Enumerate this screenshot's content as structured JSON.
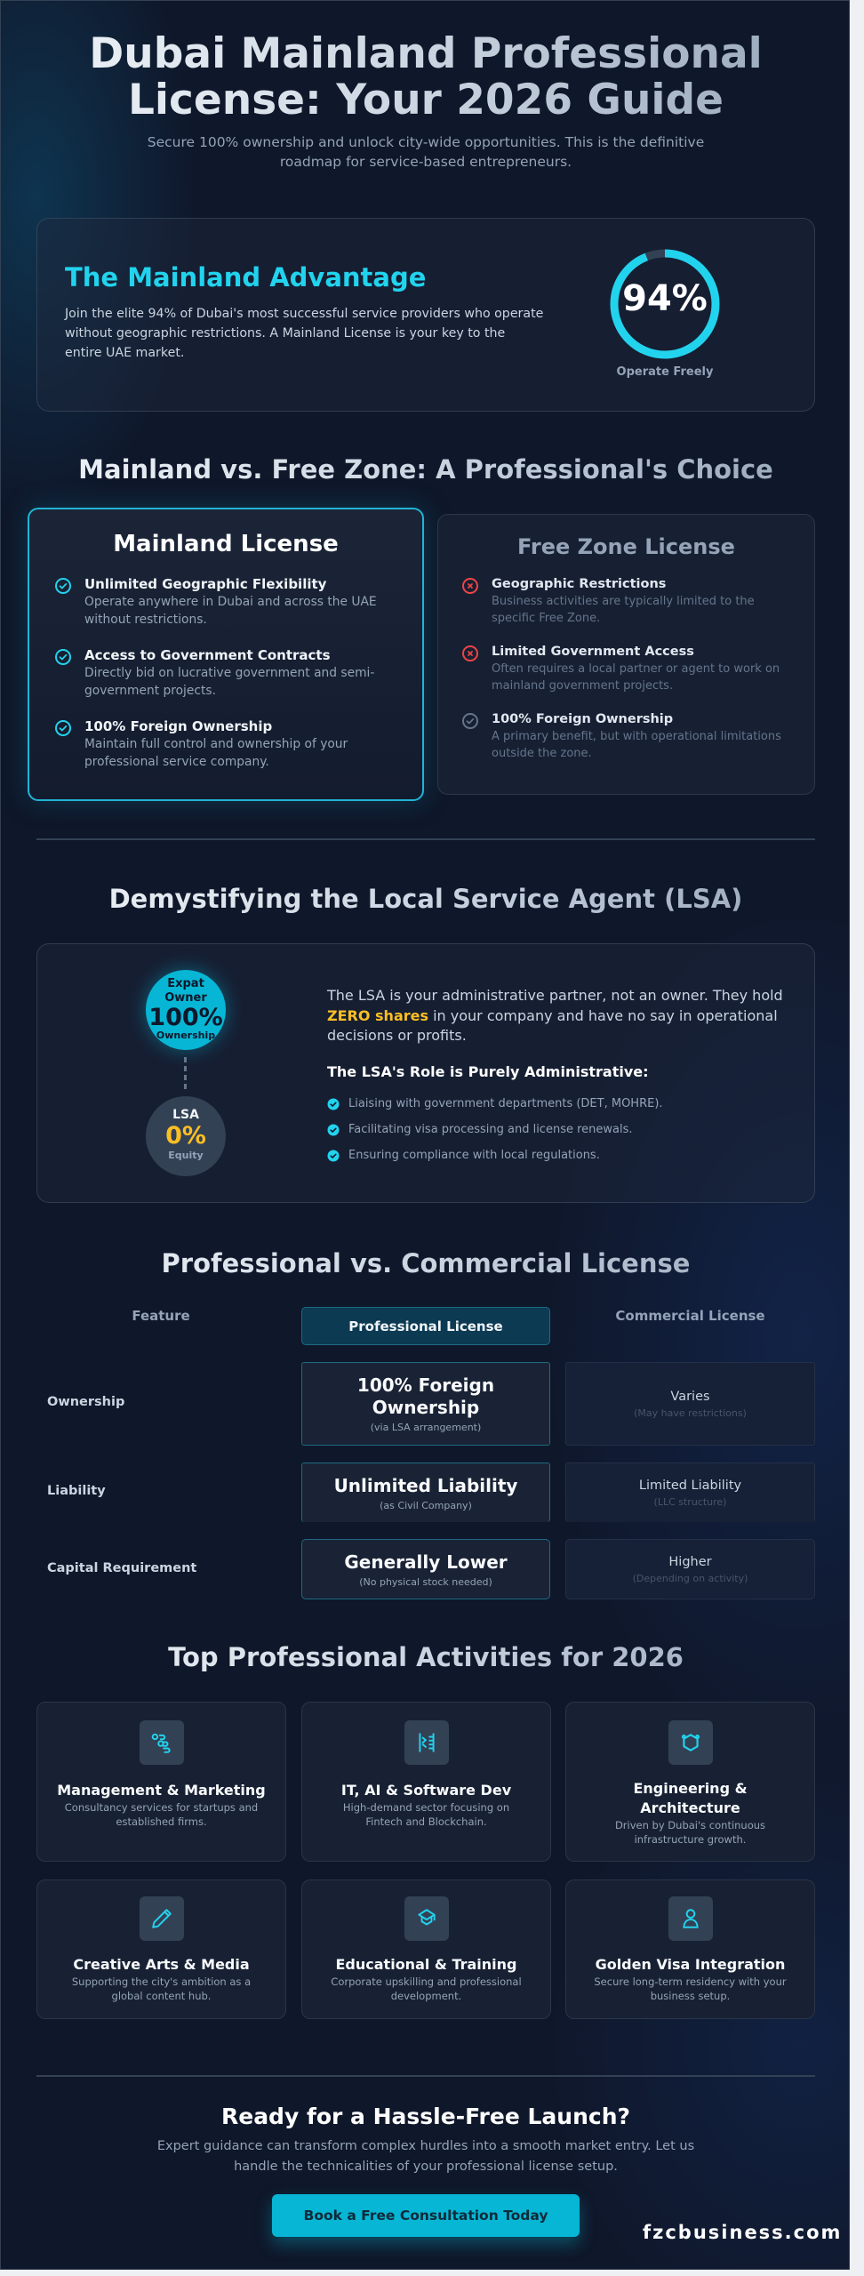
{
  "header": {
    "title_line1": "Dubai Mainland Professional",
    "title_line2": "License: Your 2026 Guide",
    "subtitle": "Secure 100% ownership and unlock city-wide opportunities. This is the definitive roadmap for service-based entrepreneurs."
  },
  "advantage": {
    "title": "The Mainland Advantage",
    "text": "Join the elite 94% of Dubai's most successful service providers who operate without geographic restrictions. A Mainland License is your key to the entire UAE market.",
    "stat_value": "94%",
    "stat_percent": 94,
    "stat_label": "Operate Freely"
  },
  "comparison": {
    "title": "Mainland vs. Free Zone: A Professional's Choice",
    "mainland": {
      "heading": "Mainland License",
      "items": [
        {
          "icon": "check-circle-icon",
          "title": "Unlimited Geographic Flexibility",
          "desc": "Operate anywhere in Dubai and across the UAE without restrictions."
        },
        {
          "icon": "check-circle-icon",
          "title": "Access to Government Contracts",
          "desc": "Directly bid on lucrative government and semi-government projects."
        },
        {
          "icon": "check-circle-icon",
          "title": "100% Foreign Ownership",
          "desc": "Maintain full control and ownership of your professional service company."
        }
      ]
    },
    "freezone": {
      "heading": "Free Zone License",
      "items": [
        {
          "icon": "x-circle-icon",
          "title": "Geographic Restrictions",
          "desc": "Business activities are typically limited to the specific Free Zone."
        },
        {
          "icon": "x-circle-icon",
          "title": "Limited Government Access",
          "desc": "Often requires a local partner or agent to work on mainland government projects."
        },
        {
          "icon": "check-circle-icon",
          "title": "100% Foreign Ownership",
          "desc": "A primary benefit, but with operational limitations outside the zone."
        }
      ]
    }
  },
  "lsa": {
    "title": "Demystifying the Local Service Agent (LSA)",
    "owner_circle": {
      "label_line1": "Expat",
      "label_line2": "Owner",
      "value": "100%",
      "caption": "Ownership"
    },
    "lsa_circle": {
      "label": "LSA",
      "value": "0%",
      "caption": "Equity"
    },
    "paragraph_pre": "The LSA is your administrative partner, not an owner. They hold ",
    "paragraph_highlight": "ZERO shares",
    "paragraph_post": " in your company and have no say in operational decisions or profits.",
    "role_heading": "The LSA's Role is Purely Administrative:",
    "roles": [
      "Liaising with government departments (DET, MOHRE).",
      "Facilitating visa processing and license renewals.",
      "Ensuring compliance with local regulations."
    ]
  },
  "license_table": {
    "title": "Professional vs. Commercial License",
    "columns": [
      "Feature",
      "Professional License",
      "Commercial License"
    ],
    "rows": [
      {
        "feature": "Ownership",
        "professional": "100% Foreign Ownership",
        "professional_note": "(via LSA arrangement)",
        "commercial": "Varies",
        "commercial_note": "(May have restrictions)"
      },
      {
        "feature": "Liability",
        "professional": "Unlimited Liability",
        "professional_note": "(as Civil Company)",
        "commercial": "Limited Liability",
        "commercial_note": "(LLC structure)"
      },
      {
        "feature": "Capital Requirement",
        "professional": "Generally Lower",
        "professional_note": "(No physical stock needed)",
        "commercial": "Higher",
        "commercial_note": "(Depending on activity)"
      }
    ]
  },
  "activities": {
    "title": "Top Professional Activities for 2026",
    "items": [
      {
        "icon": "workflow-icon",
        "title": "Management & Marketing",
        "desc": "Consultancy services for startups and established firms."
      },
      {
        "icon": "code-icon",
        "title": "IT, AI & Software Dev",
        "desc": "High-demand sector focusing on Fintech and Blockchain."
      },
      {
        "icon": "hexagon-icon",
        "title": "Engineering & Architecture",
        "desc": "Driven by Dubai's continuous infrastructure growth."
      },
      {
        "icon": "pencil-icon",
        "title": "Creative Arts & Media",
        "desc": "Supporting the city's ambition as a global content hub."
      },
      {
        "icon": "graduation-cap-icon",
        "title": "Educational & Training",
        "desc": "Corporate upskilling and professional development."
      },
      {
        "icon": "user-icon",
        "title": "Golden Visa Integration",
        "desc": "Secure long-term residency with your business setup."
      }
    ]
  },
  "cta": {
    "title": "Ready for a Hassle-Free Launch?",
    "text": "Expert guidance can transform complex hurdles into a smooth market entry. Let us handle the technicalities of your professional license setup.",
    "button_label": "Book a Free Consultation Today"
  },
  "brand": "fzcbusiness.com",
  "colors": {
    "background": "#0f172a",
    "accent": "#22d3ee",
    "button": "#06b6d4",
    "highlight": "#fbbf24",
    "negative": "#ef4444"
  }
}
